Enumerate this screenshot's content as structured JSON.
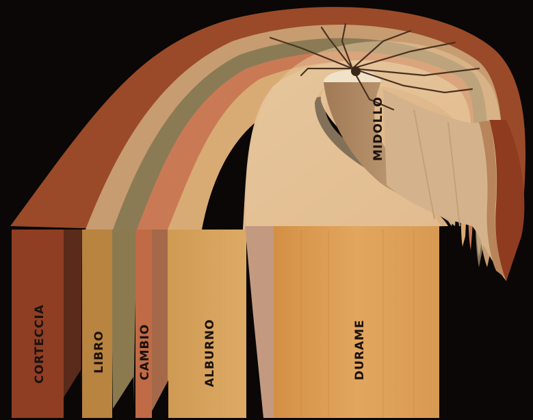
{
  "diagram": {
    "layers": [
      {
        "id": "corteccia",
        "label": "CORTECCIA",
        "color": "#8f3e24",
        "side_color": "#5a2a1a"
      },
      {
        "id": "libro",
        "label": "LIBRO",
        "color": "#b98340",
        "side_color": "#8b7a4f"
      },
      {
        "id": "cambio",
        "label": "CAMBIO",
        "color": "#c06a46",
        "side_color": "#a5694a"
      },
      {
        "id": "alburno",
        "label": "ALBURNO",
        "color": "#d8a55e",
        "side_color": "#c99868"
      },
      {
        "id": "durame",
        "label": "DURAME",
        "color": "#dea15a",
        "side_color": "#c39a80"
      }
    ],
    "pith_label": "MIDOLLO",
    "background_color": "#0a0706",
    "crack_color": "#4a3120"
  }
}
